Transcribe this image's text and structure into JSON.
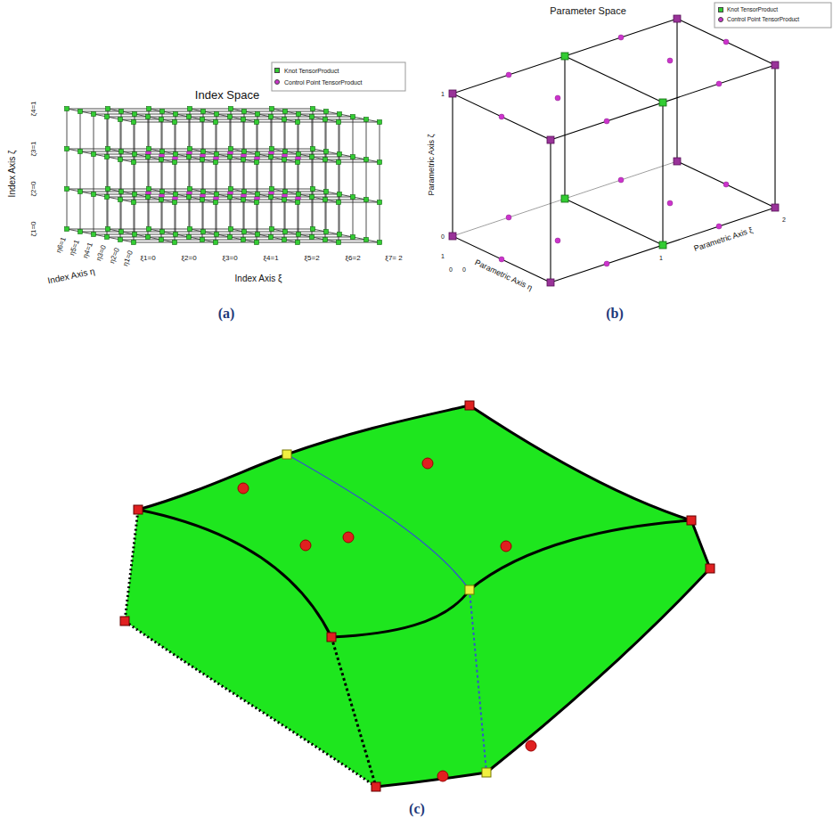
{
  "diagram": {
    "labels": [
      "Index Space",
      "Index Axis ζ",
      "ζ4=1",
      "ζ3=1",
      "ζ2=0",
      "ζ1=0",
      "Index Axis η",
      "η6=1",
      "η5=1",
      "η4=1",
      "η3=0",
      "η2=0",
      "η1=0",
      "ξ1=0",
      "ξ2=0",
      "ξ3=0",
      "ξ4=1",
      "ξ5=2",
      "ξ6=2",
      "ξ7= 2",
      "Index Axis ξ",
      "Parameter Space",
      "1",
      "0",
      "Parametric Axis ζ",
      "Parametric Axis η",
      "1",
      "0",
      "0",
      "Parametric Axis ξ",
      "1",
      "2",
      "(a)",
      "(b)",
      "(c)"
    ],
    "legend": [
      {
        "text": "Knot TensorProduct",
        "color": "#33cc33"
      },
      {
        "text": "Control Point TensorProduct",
        "color": "#cc33cc"
      },
      {
        "text": "Knot TensorProduct",
        "color": "#33cc33"
      },
      {
        "text": "Control Point TensorProduct",
        "color": "#cc33cc"
      }
    ]
  }
}
